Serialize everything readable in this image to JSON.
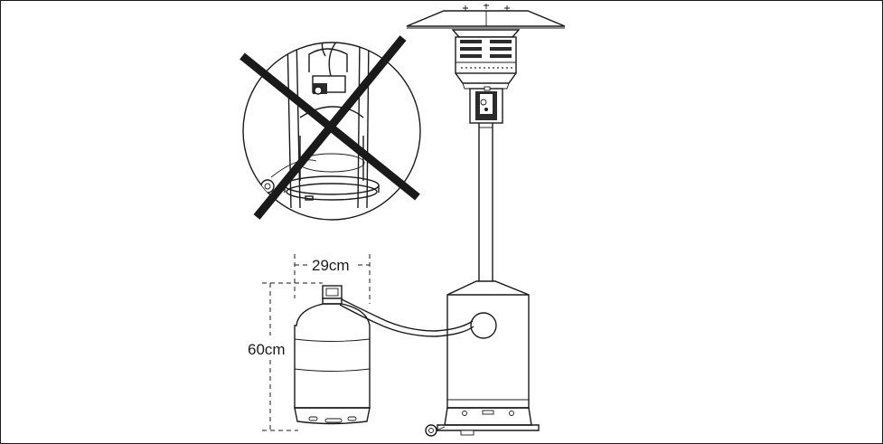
{
  "diagram": {
    "dimension_width_label": "29cm",
    "dimension_height_label": "60cm"
  },
  "icons": {
    "cross": "prohibited-x-mark",
    "heater": "patio-heater",
    "cylinder": "gas-cylinder"
  },
  "colors": {
    "line": "#1a1a1a",
    "background": "#ffffff"
  }
}
